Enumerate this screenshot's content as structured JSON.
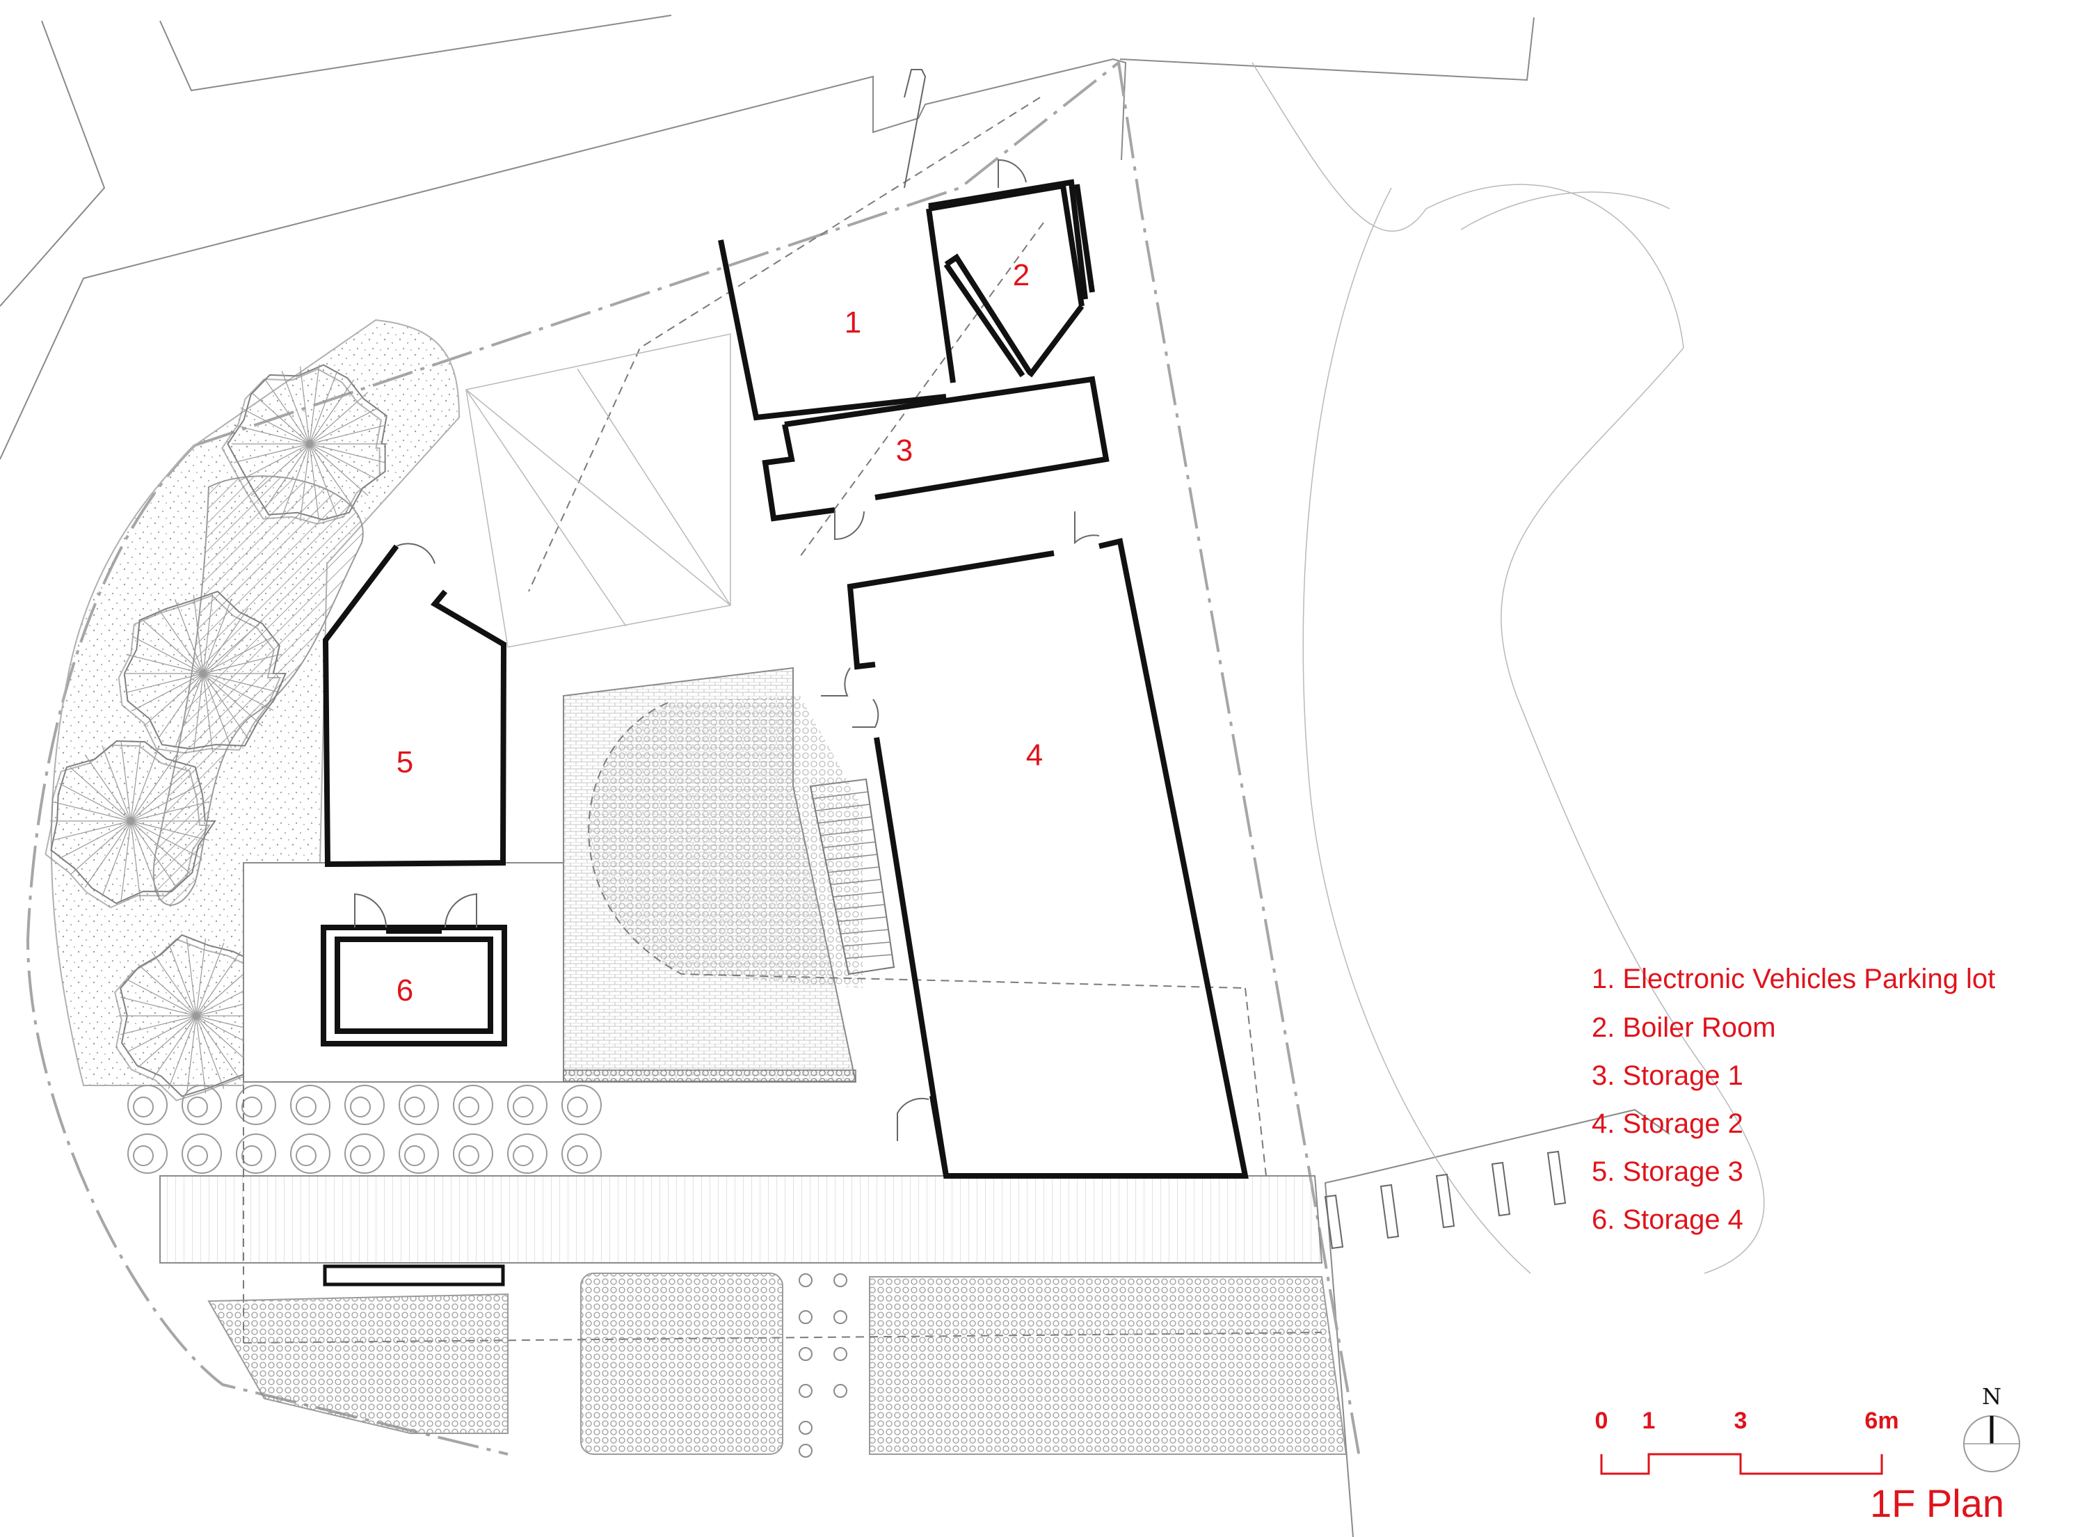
{
  "title": "1F Plan",
  "rooms": [
    {
      "number": "1",
      "name": "Electronic Vehicles Parking lot"
    },
    {
      "number": "2",
      "name": "Boiler Room"
    },
    {
      "number": "3",
      "name": "Storage 1"
    },
    {
      "number": "4",
      "name": "Storage 2"
    },
    {
      "number": "5",
      "name": "Storage 3"
    },
    {
      "number": "6",
      "name": "Storage 4"
    }
  ],
  "legend": [
    "1.  Electronic Vehicles Parking lot",
    "2.  Boiler Room",
    "3.  Storage 1",
    "4.  Storage 2",
    "5.  Storage 3",
    "6.  Storage 4"
  ],
  "scale_bar": {
    "labels": [
      "0",
      "1",
      "3",
      "6m"
    ]
  },
  "north_arrow": {
    "label": "N",
    "icon": "north-arrow-icon"
  },
  "colors": {
    "accent": "#e0131b",
    "walls": "#111111",
    "linework": "#8a8a8a"
  }
}
